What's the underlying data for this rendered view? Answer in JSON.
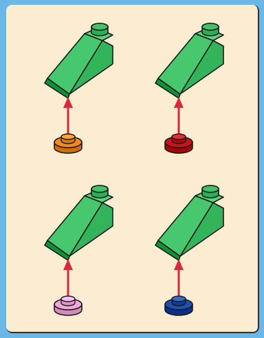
{
  "colors": {
    "background": "#6ab8e8",
    "panel": "#fcedd2",
    "slope_brick": "#33b35a",
    "arrow": "#d42a3a"
  },
  "steps": [
    {
      "slope_piece": "green-slope-brick",
      "round_plate": "orange-round-plate",
      "plate_color": "#f08a24"
    },
    {
      "slope_piece": "green-slope-brick",
      "round_plate": "red-round-plate",
      "plate_color": "#c8141e"
    },
    {
      "slope_piece": "green-slope-brick",
      "round_plate": "pink-round-plate",
      "plate_color": "#f2a9da"
    },
    {
      "slope_piece": "green-slope-brick",
      "round_plate": "blue-round-plate",
      "plate_color": "#1f4fb0"
    }
  ]
}
